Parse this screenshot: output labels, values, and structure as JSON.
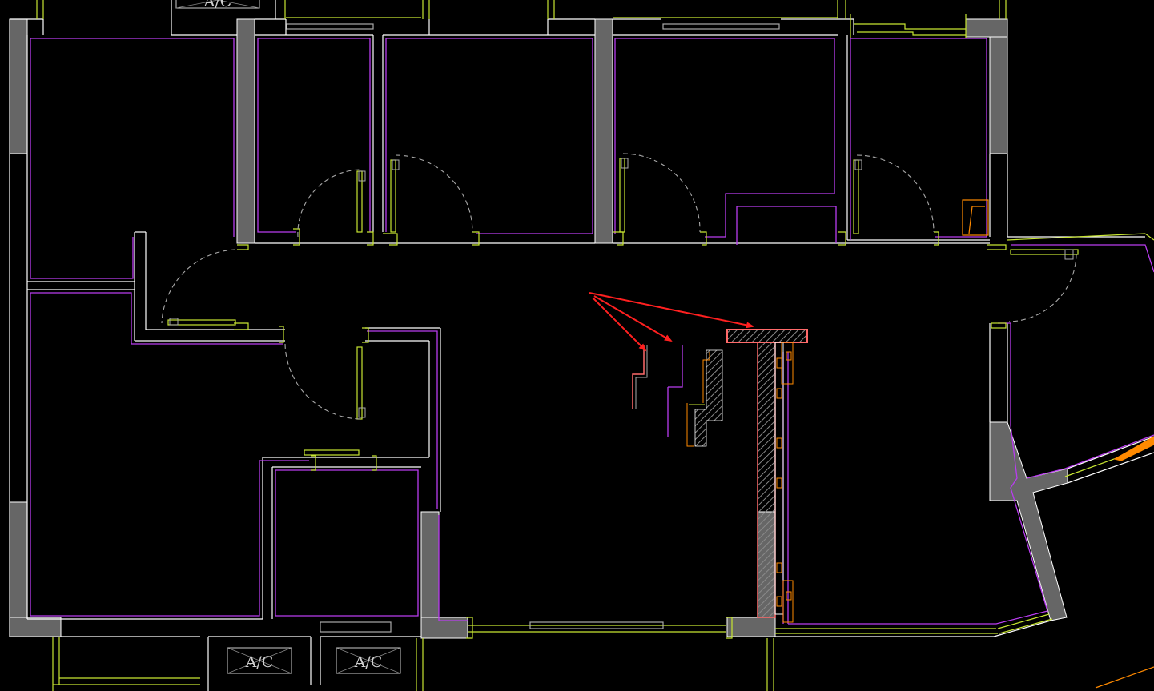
{
  "drawing": {
    "ac_unit_labels": [
      "A/C",
      "A/C",
      "A/C"
    ]
  },
  "colors": {
    "background": "#000000",
    "wall_outline": "#ffffff",
    "wall_fill": "#666666",
    "room_inner_outline": "#b93cf0",
    "window_door_frame": "#c8e632",
    "door_swing": "#a8a8a8",
    "annotation_arrow": "#ff2020",
    "highlight_wall": "#ff6a6a",
    "orange_detail": "#ff8a00"
  }
}
